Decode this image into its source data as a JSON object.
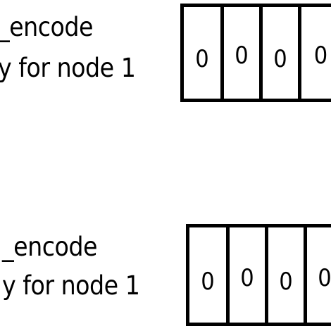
{
  "rows": [
    {
      "label_line1": "_encode",
      "label_line2": "y  for node 1",
      "cells": [
        "0",
        "0",
        "0",
        "0"
      ]
    },
    {
      "label_line1": "_encode",
      "label_line2": "y  for node 1",
      "cells": [
        "0",
        "0",
        "0",
        "0"
      ]
    }
  ]
}
